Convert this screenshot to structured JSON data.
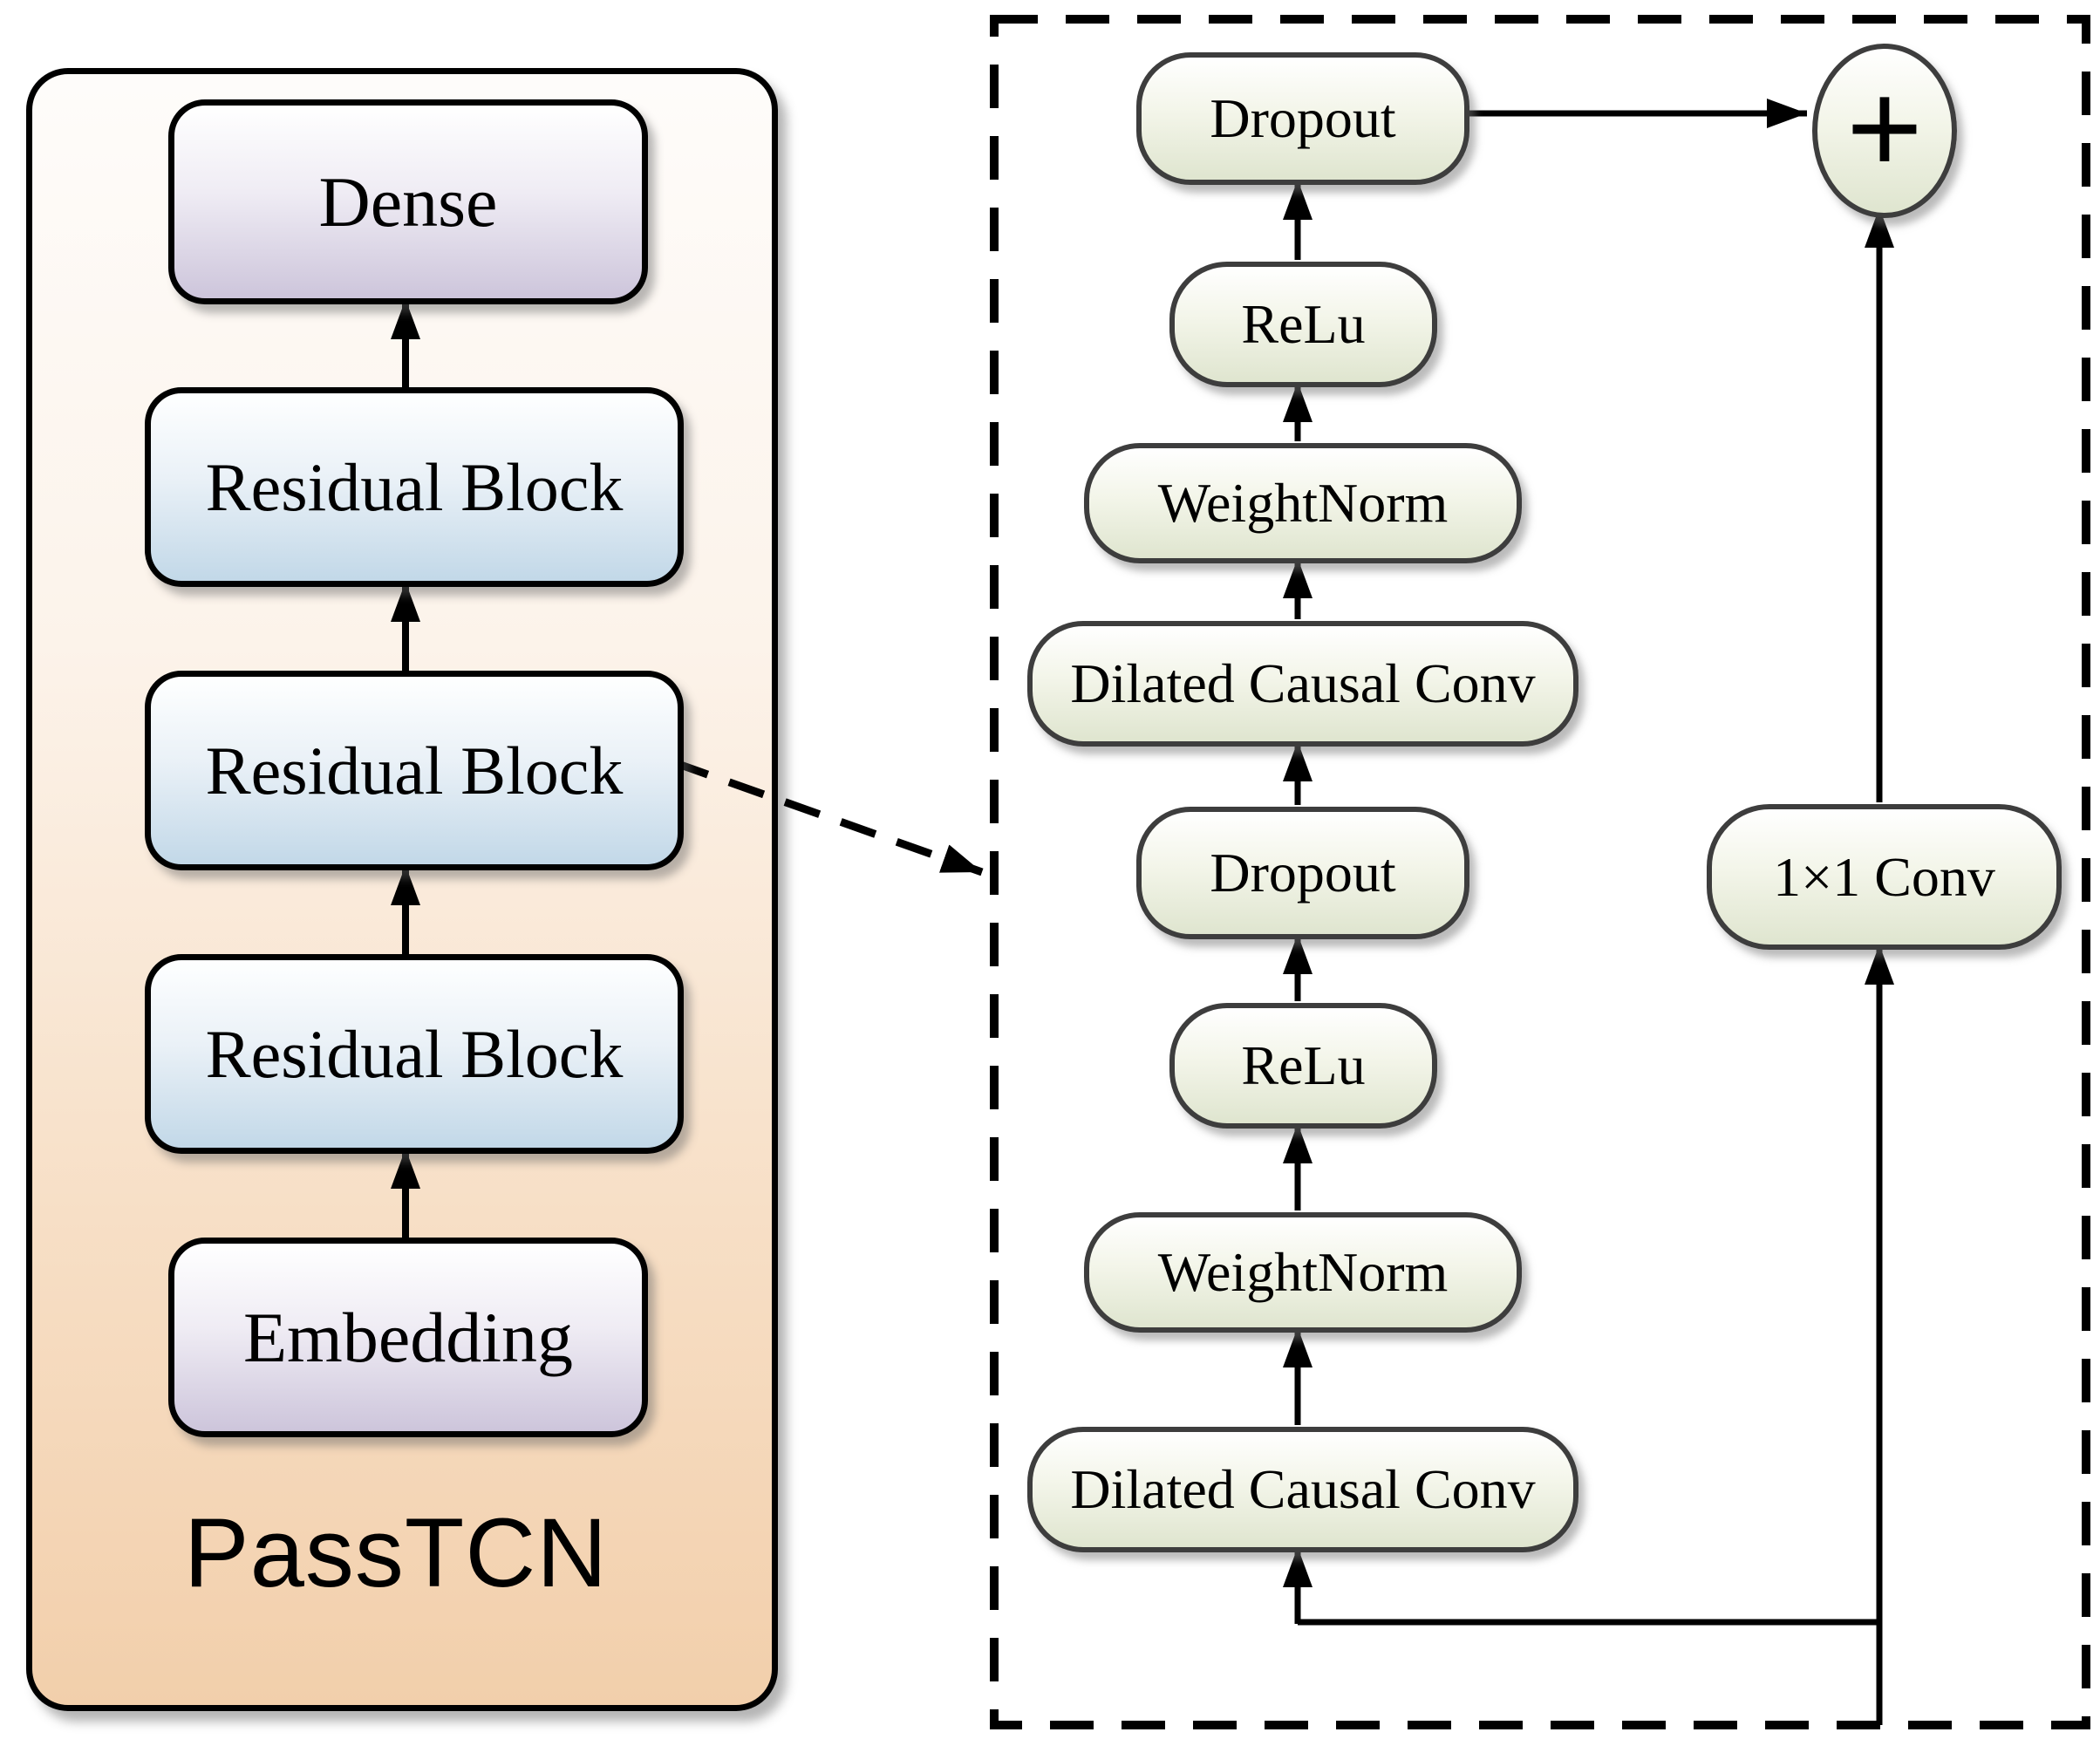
{
  "figure": {
    "left_panel": {
      "title": "PassTCN",
      "layers": [
        {
          "label": "Dense"
        },
        {
          "label": "Residual Block"
        },
        {
          "label": "Residual Block"
        },
        {
          "label": "Residual Block"
        },
        {
          "label": "Embedding"
        }
      ]
    },
    "right_panel": {
      "layers": [
        {
          "label": "Dropout"
        },
        {
          "label": "ReLu"
        },
        {
          "label": "WeightNorm"
        },
        {
          "label": "Dilated Causal Conv"
        },
        {
          "label": "Dropout"
        },
        {
          "label": "ReLu"
        },
        {
          "label": "WeightNorm"
        },
        {
          "label": "Dilated Causal Conv"
        }
      ],
      "skip_conv_label": "1×1 Conv",
      "sum_label": "+"
    },
    "colors": {
      "panel_fill_bottom": "#f2cfab",
      "residual_fill_bottom": "#c2d8e8",
      "dense_fill_bottom": "#cdc5db",
      "green_fill_bottom": "#dfe5cf",
      "green_border": "#3d3d3d",
      "line": "#000000"
    }
  }
}
